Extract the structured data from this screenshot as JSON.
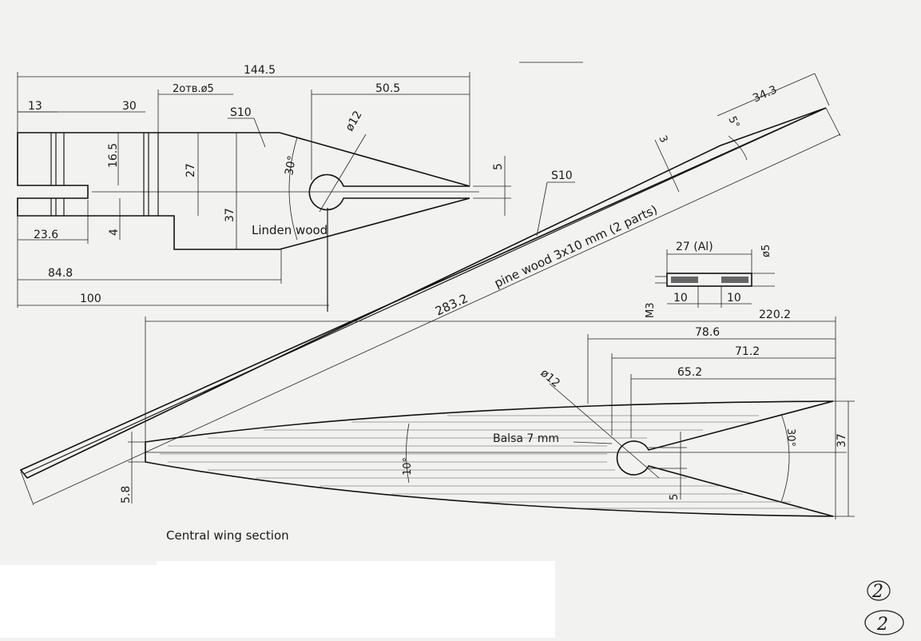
{
  "drawing": {
    "caption": "Central wing section",
    "page_marks": [
      "2",
      "2"
    ],
    "top_part": {
      "overall_width": "144.5",
      "dim_13": "13",
      "dim_30": "30",
      "holes_note": "2отв.ø5",
      "dim_50_5": "50.5",
      "surface_mark": "S10",
      "hole_diameter": "ø12",
      "dim_16_5": "16.5",
      "dim_27": "27",
      "dim_37": "37",
      "angle": "30°",
      "tip_5": "5",
      "material": "Linden wood",
      "dim_4": "4",
      "dim_23_6": "23.6",
      "dim_84_8": "84.8",
      "dim_100": "100"
    },
    "spar": {
      "length": "283.2",
      "material": "pine wood 3x10 mm (2 parts)",
      "surface_mark": "S10",
      "thickness": "3",
      "end_width": "34.3",
      "angle": "5°"
    },
    "tube": {
      "length_label": "27 (Al)",
      "diameter": "ø5",
      "thread": "M3",
      "left_len": "10",
      "right_len": "10"
    },
    "bottom_part": {
      "overall_width": "220.2",
      "dim_78_6": "78.6",
      "dim_71_2": "71.2",
      "dim_65_2": "65.2",
      "hole_diameter": "ø12",
      "material": "Balsa 7 mm",
      "angle_left": "10°",
      "angle_right": "30°",
      "height": "37",
      "nose_height": "5.8",
      "tip_5": "5"
    }
  }
}
